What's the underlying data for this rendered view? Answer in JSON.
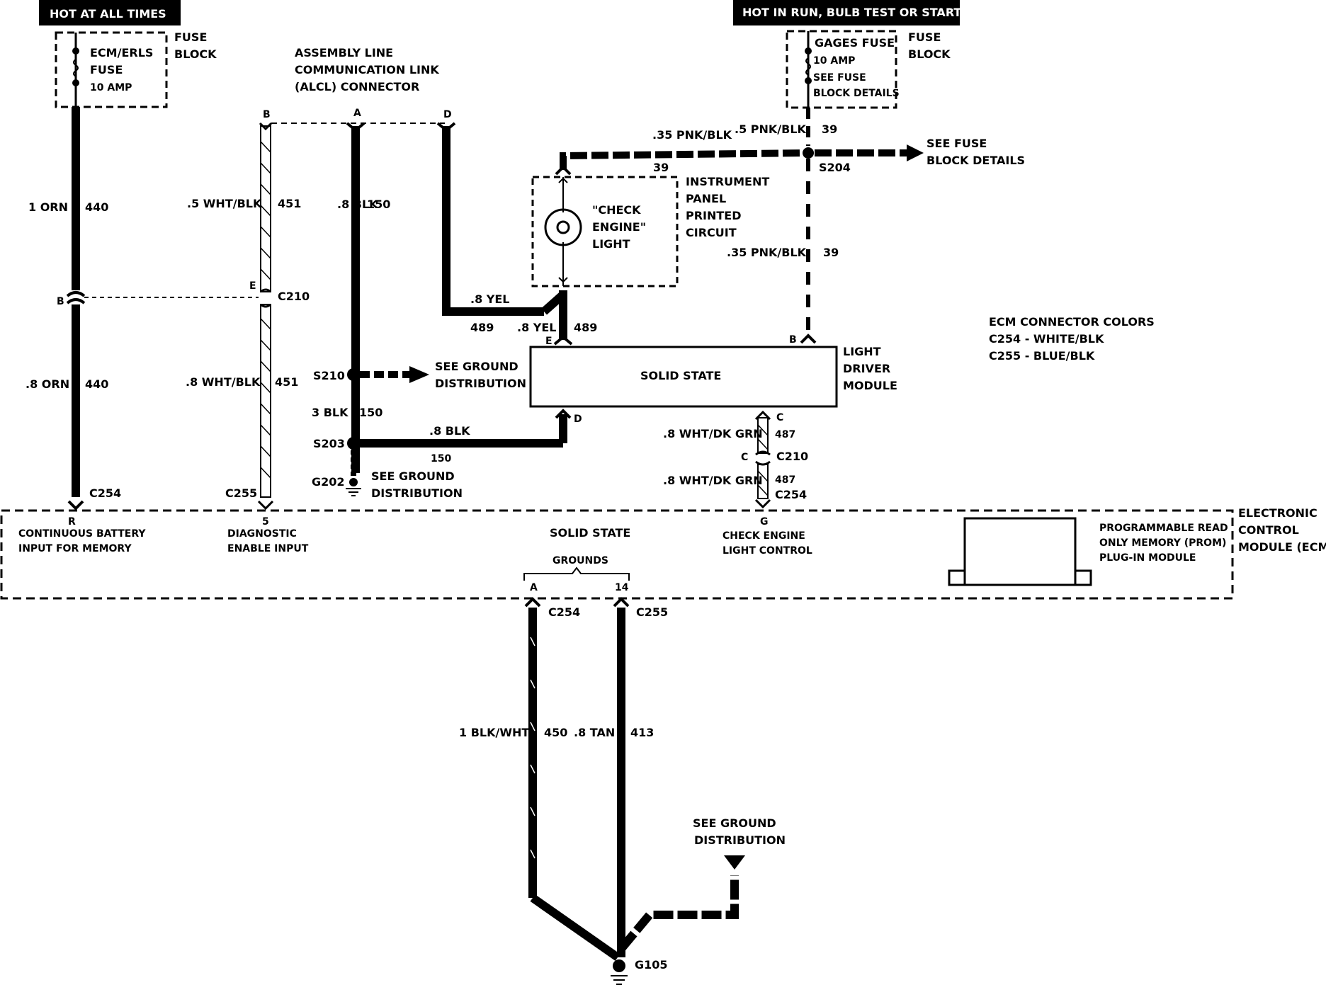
{
  "header": {
    "hot_all_times": "HOT AT ALL TIMES",
    "hot_run": "HOT IN RUN, BULB TEST OR START"
  },
  "fuse_left": {
    "name1": "ECM/ERLS",
    "name2": "FUSE",
    "amps": "10 AMP",
    "block1": "FUSE",
    "block2": "BLOCK"
  },
  "fuse_right": {
    "name": "GAGES FUSE",
    "amps": "10 AMP",
    "see1": "SEE FUSE",
    "see2": "BLOCK DETAILS",
    "block1": "FUSE",
    "block2": "BLOCK"
  },
  "alcl": {
    "line1": "ASSEMBLY LINE",
    "line2": "COMMUNICATION LINK",
    "line3": "(ALCL) CONNECTOR",
    "pin_b": "B",
    "pin_a": "A",
    "pin_d": "D"
  },
  "wires": {
    "orn1": "1 ORN",
    "orn1_num": "440",
    "orn8": ".8 ORN",
    "orn8_num": "440",
    "wht5": ".5 WHT/BLK",
    "wht5_num": "451",
    "wht8": ".8 WHT/BLK",
    "wht8_num": "451",
    "blk8": ".8 BLK",
    "blk8_num": "150",
    "blk3": "3 BLK",
    "blk3_num": "150",
    "blk8b": ".8 BLK",
    "blk8b_num": "150",
    "yel8": ".8 YEL",
    "yel8_num": "489",
    "yel8b": ".8 YEL",
    "yel8b_num": "489",
    "pnk35a": ".35 PNK/BLK",
    "pnk5": ".5 PNK/BLK",
    "pnk_num": "39",
    "pnk_num2": "39",
    "pnk35b": ".35 PNK/BLK",
    "pnk35b_num": "39",
    "grn1": ".8 WHT/DK GRN",
    "grn1_num": "487",
    "grn2": ".8 WHT/DK GRN",
    "grn2_num": "487",
    "blkwht": "1 BLK/WHT",
    "blkwht_num": "450",
    "tan": ".8 TAN",
    "tan_num": "413"
  },
  "connectors": {
    "c210": "C210",
    "c210_pin_b": "B",
    "c210_pin_e": "E",
    "c254_r": "C254",
    "c255_5": "C255",
    "s210": "S210",
    "s203": "S203",
    "g202": "G202",
    "s204": "S204",
    "c210b": "C210",
    "c254b": "C254",
    "pin_c": "C",
    "pin_c2": "C",
    "pin_g": "G",
    "c254c": "C254",
    "c255c": "C255",
    "g105": "G105"
  },
  "see_fuse_details": {
    "line1": "SEE FUSE",
    "line2": "BLOCK DETAILS"
  },
  "ground_refs": {
    "g1_1": "SEE GROUND",
    "g1_2": "DISTRIBUTION",
    "g2_1": "SEE GROUND",
    "g2_2": "DISTRIBUTION",
    "g3_1": "SEE GROUND",
    "g3_2": "DISTRIBUTION"
  },
  "instrument_panel": {
    "l1": "INSTRUMENT",
    "l2": "PANEL",
    "l3": "PRINTED",
    "l4": "CIRCUIT",
    "lamp1": "\"CHECK",
    "lamp2": "ENGINE\"",
    "lamp3": "LIGHT"
  },
  "ldm": {
    "solid": "SOLID STATE",
    "n1": "LIGHT",
    "n2": "DRIVER",
    "n3": "MODULE",
    "pin_e": "E",
    "pin_b": "B",
    "pin_d": "D"
  },
  "ecm_colors": {
    "title": "ECM CONNECTOR COLORS",
    "c254": "C254 - WHITE/BLK",
    "c255": "C255 - BLUE/BLK"
  },
  "ecm": {
    "pin_r": "R",
    "r1": "CONTINUOUS BATTERY",
    "r2": "INPUT FOR MEMORY",
    "pin_5": "5",
    "d1": "DIAGNOSTIC",
    "d2": "ENABLE INPUT",
    "solid": "SOLID STATE",
    "pin_g": "G",
    "c1": "CHECK ENGINE",
    "c2": "LIGHT CONTROL",
    "grounds": "GROUNDS",
    "pin_a": "A",
    "pin_14": "14",
    "p1": "PROGRAMMABLE READ",
    "p2": "ONLY MEMORY (PROM)",
    "p3": "PLUG-IN MODULE",
    "n1": "ELECTRONIC",
    "n2": "CONTROL",
    "n3": "MODULE (ECM)"
  }
}
